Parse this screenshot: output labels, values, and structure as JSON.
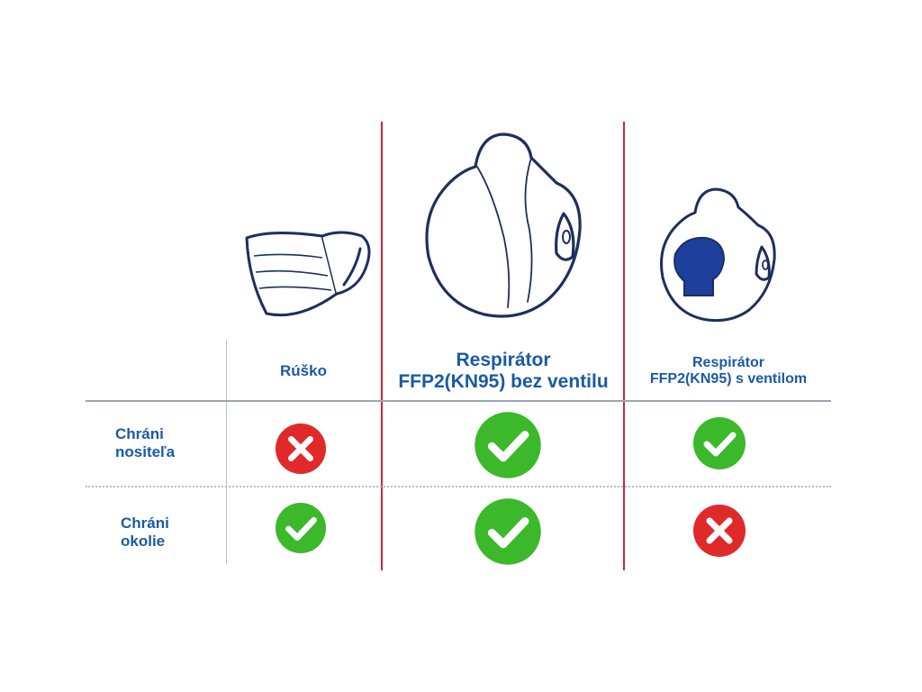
{
  "columns": [
    {
      "title_line1": "Rúško",
      "title_line2": ""
    },
    {
      "title_line1": "Respirátor",
      "title_line2": "FFP2(KN95) bez ventilu"
    },
    {
      "title_line1": "Respirátor",
      "title_line2": "FFP2(KN95) s ventilom"
    }
  ],
  "rows": [
    {
      "label_line1": "Chráni",
      "label_line2": "nositeľa"
    },
    {
      "label_line1": "Chráni",
      "label_line2": "okolie"
    }
  ],
  "matrix": [
    [
      "no",
      "yes",
      "yes"
    ],
    [
      "yes",
      "yes",
      "no"
    ]
  ],
  "icons": {
    "surgical_mask": "surgical-mask-icon",
    "respirator": "respirator-icon",
    "respirator_valve": "respirator-with-valve-icon",
    "yes": "check-mark-icon",
    "no": "cross-mark-icon"
  },
  "colors": {
    "heading_blue": "#1a5aa6",
    "divider_red": "#d0283a",
    "yes_green": "#3cb82b",
    "no_red": "#e02a2a",
    "valve_blue": "#1e3f9c"
  }
}
